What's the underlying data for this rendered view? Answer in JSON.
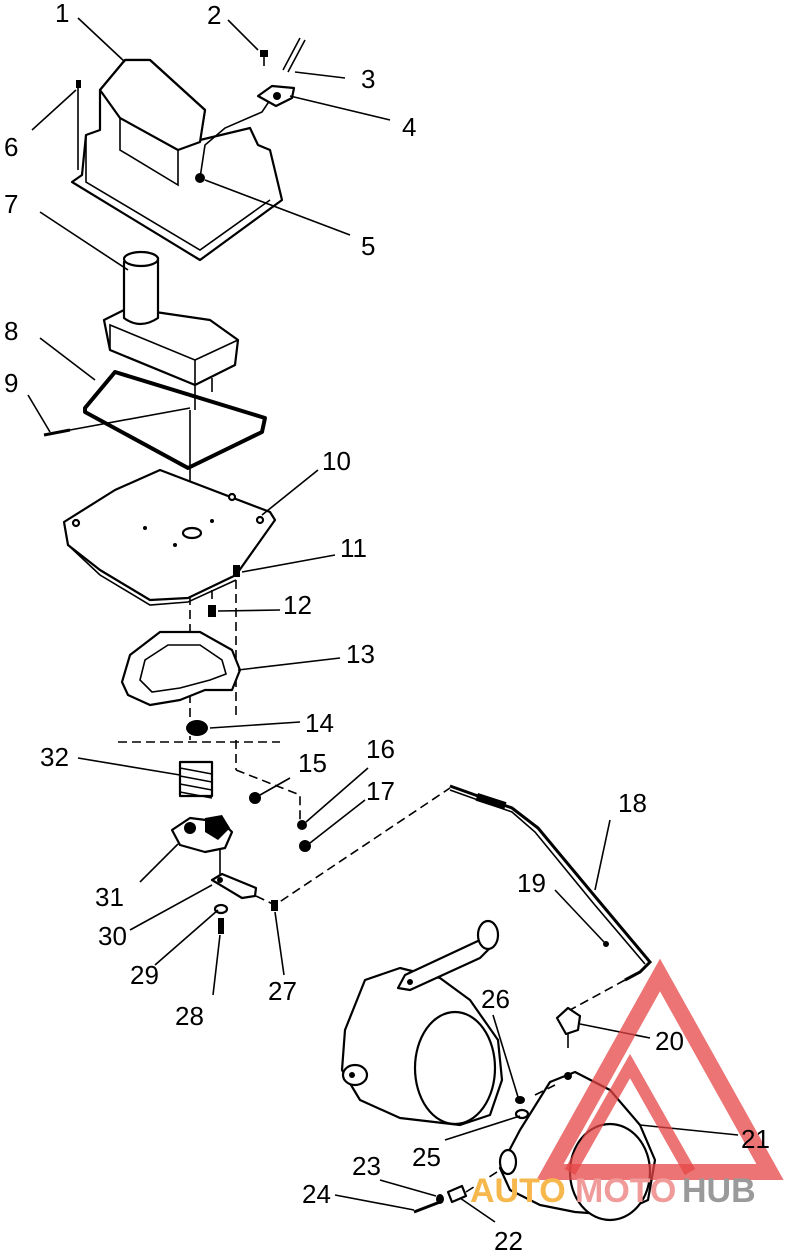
{
  "diagram": {
    "callouts": [
      "1",
      "2",
      "3",
      "4",
      "5",
      "6",
      "7",
      "8",
      "9",
      "10",
      "11",
      "12",
      "13",
      "14",
      "15",
      "16",
      "17",
      "18",
      "19",
      "20",
      "21",
      "22",
      "23",
      "24",
      "25",
      "26",
      "27",
      "28",
      "29",
      "30",
      "31",
      "32"
    ],
    "watermark": {
      "part1": "AUTO",
      "part2": "MOTO",
      "part3": "HUB"
    },
    "colors": {
      "line": "#000000",
      "watermark_triangle": "#e64545",
      "watermark_auto": "#f6b84c",
      "watermark_moto": "#f09a9a",
      "watermark_hub": "#9a9a9a"
    }
  }
}
